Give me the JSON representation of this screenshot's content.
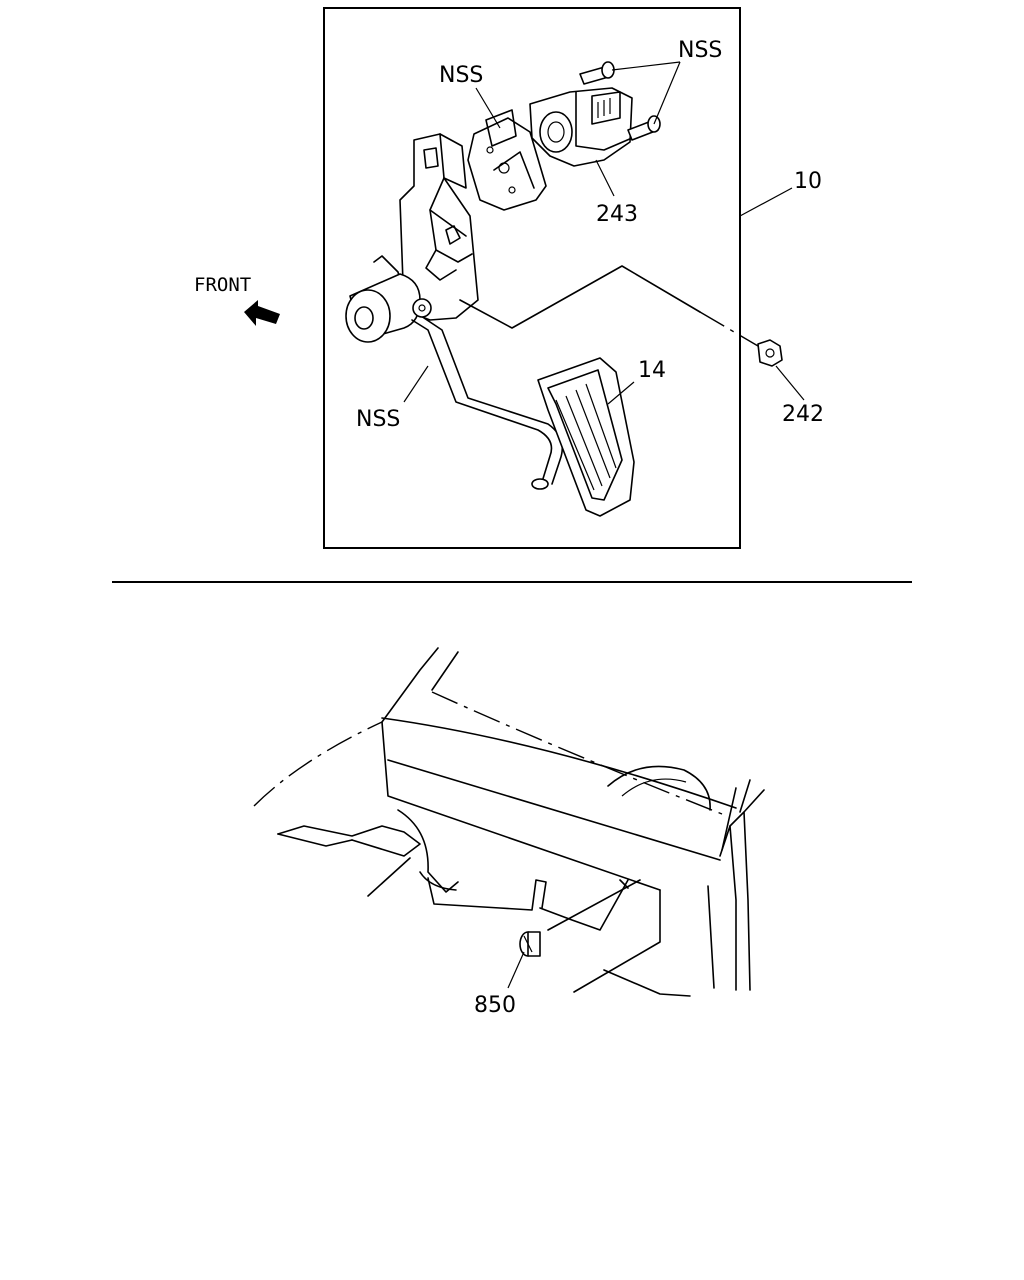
{
  "labels": {
    "nss_top_left": "NSS",
    "nss_top_right": "NSS",
    "nss_bottom": "NSS",
    "part_243": "243",
    "part_10": "10",
    "part_14": "14",
    "part_242": "242",
    "part_850": "850",
    "front": "FRONT"
  }
}
